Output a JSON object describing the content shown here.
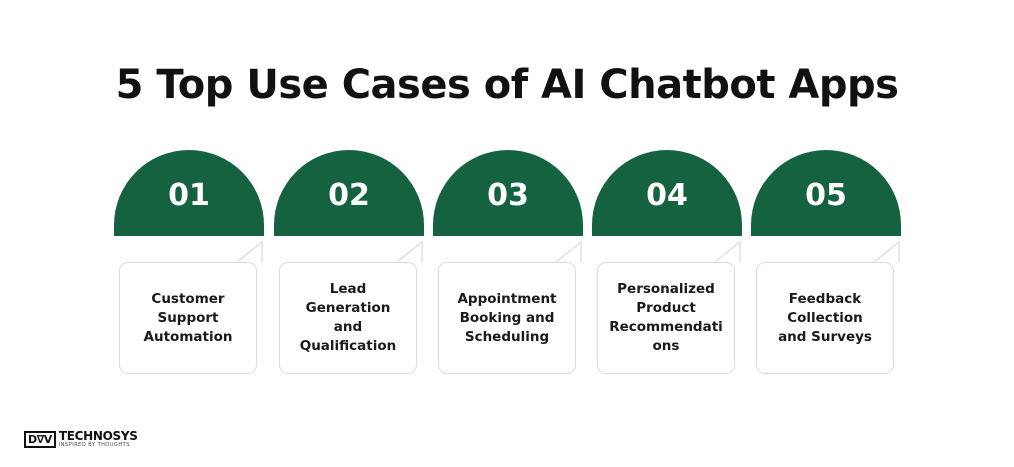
{
  "title": "5 Top Use Cases of AI Chatbot Apps",
  "colors": {
    "accent": "#14623f",
    "card_border": "#dcdcdc",
    "text": "#111111"
  },
  "steps": [
    {
      "number": "01",
      "label": "Customer\nSupport\nAutomation"
    },
    {
      "number": "02",
      "label": "Lead\nGeneration\nand\nQualification"
    },
    {
      "number": "03",
      "label": "Appointment\nBooking and\nScheduling"
    },
    {
      "number": "04",
      "label": "Personalized\nProduct\nRecommendati\nons"
    },
    {
      "number": "05",
      "label": "Feedback\nCollection\nand Surveys"
    }
  ],
  "logo": {
    "box": "D∇V",
    "name": "TECHNOSYS",
    "tagline": "INSPIRED BY THOUGHTS"
  }
}
